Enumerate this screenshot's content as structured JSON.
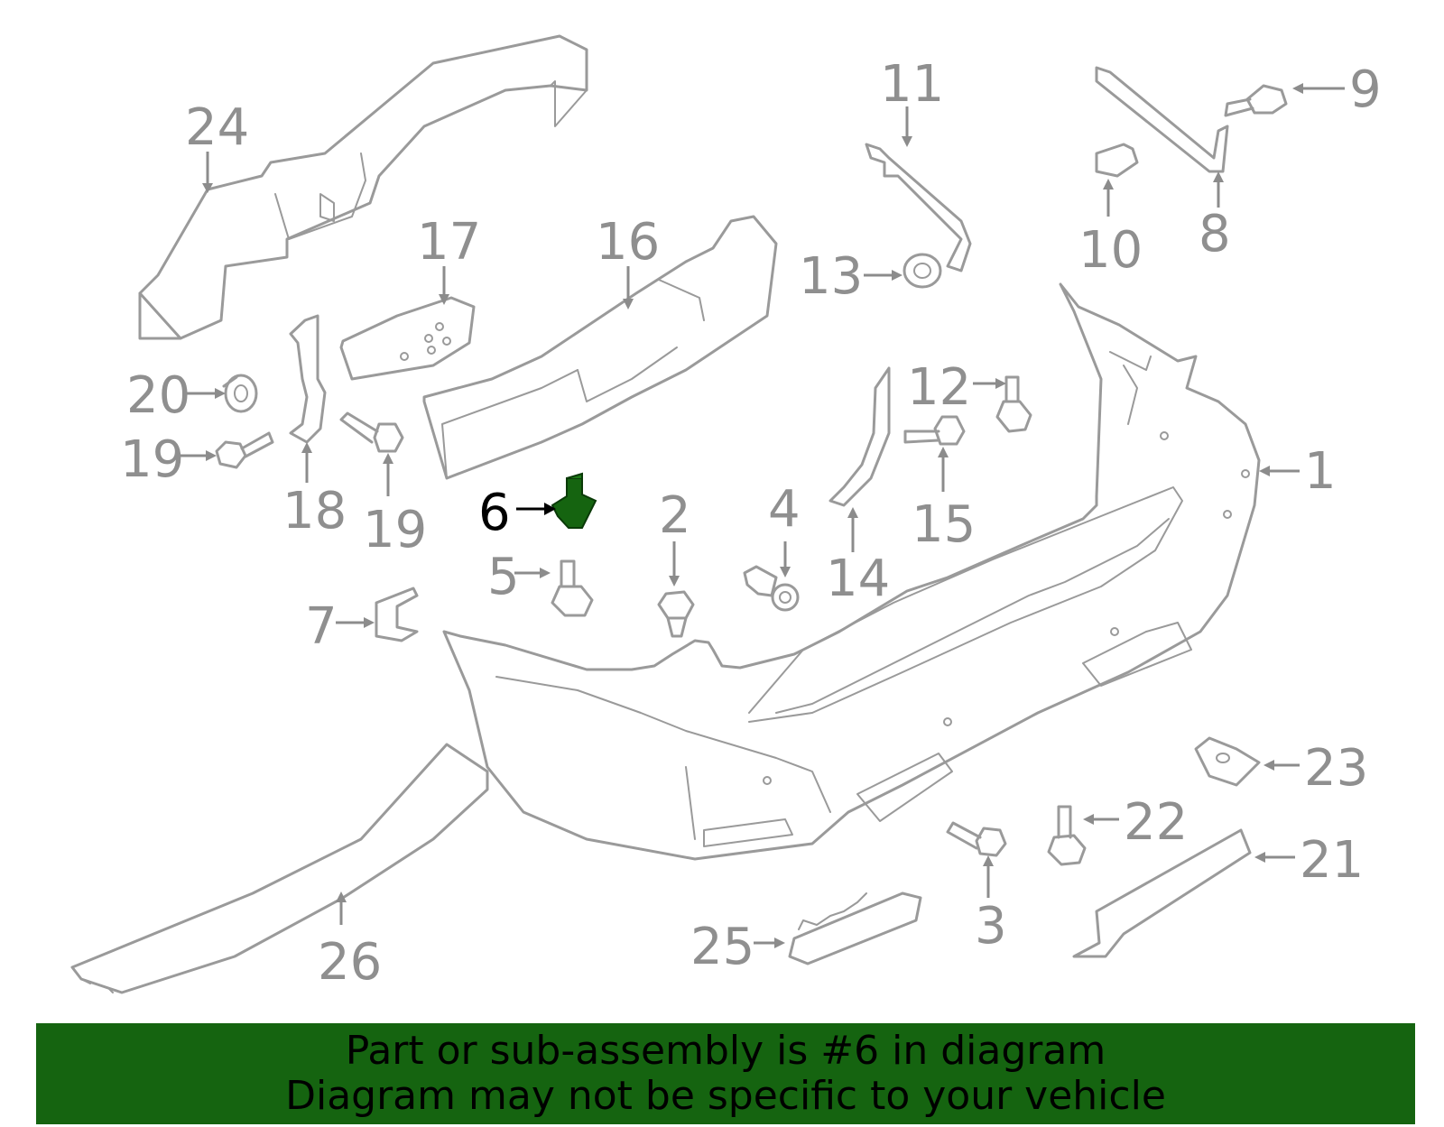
{
  "diagram": {
    "highlight_color": "#156410",
    "highlighted_part": "6",
    "callouts": [
      "1",
      "2",
      "3",
      "4",
      "5",
      "6",
      "7",
      "8",
      "9",
      "10",
      "11",
      "12",
      "13",
      "14",
      "15",
      "16",
      "17",
      "18",
      "19",
      "19",
      "20",
      "21",
      "22",
      "23",
      "24",
      "25",
      "26"
    ]
  },
  "banner": {
    "line1": "Part or sub-assembly is #6 in diagram",
    "line2": "Diagram may not be specific to your vehicle",
    "background": "#156410"
  }
}
